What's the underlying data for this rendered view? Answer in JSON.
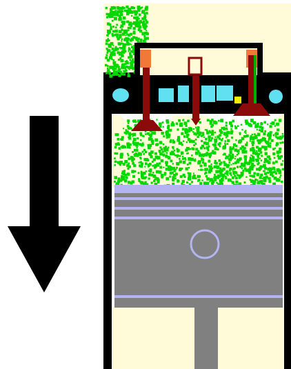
{
  "diagram": {
    "direction_arrow": {
      "direction": "down",
      "icon": "arrow-down-icon",
      "color": "#000000"
    },
    "engine": {
      "stroke_name": "intake",
      "intake_valve": {
        "state": "open",
        "color": "#8b0a0a",
        "cap_color": "#f07838"
      },
      "exhaust_valve": {
        "state": "closed",
        "color": "#8b0a0a",
        "cap_color": "#f07838"
      },
      "spark_plug": {
        "color": "#8b0a0a"
      },
      "piston": {
        "motion": "down",
        "color": "#808080",
        "ring_color": "#b4b4f0"
      },
      "connecting_rod": {
        "color": "#808080"
      },
      "cylinder_wall_color": "#000000",
      "background_color": "#fffbd8",
      "fuel_mixture_color": "#00d800",
      "coolant_color": "#60e0f0"
    }
  }
}
